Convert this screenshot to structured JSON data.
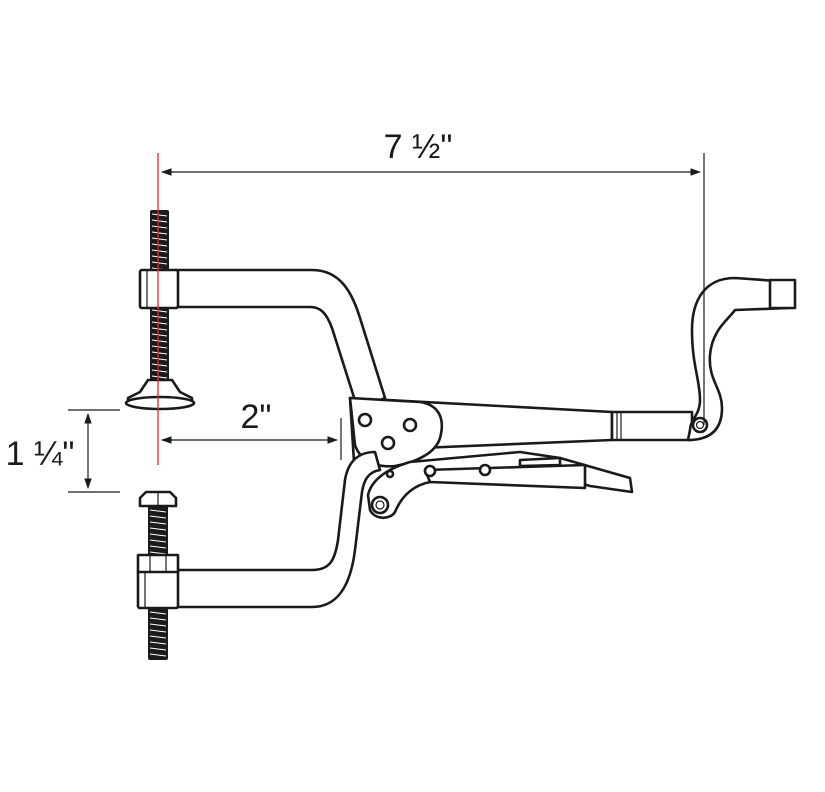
{
  "dimensions": {
    "reach": "7 ½\"",
    "throat": "2\"",
    "jaw_opening": "1 ¼\""
  },
  "colors": {
    "outline": "#1a1a1a",
    "centerline": "#e8262c",
    "background": "#ffffff"
  }
}
